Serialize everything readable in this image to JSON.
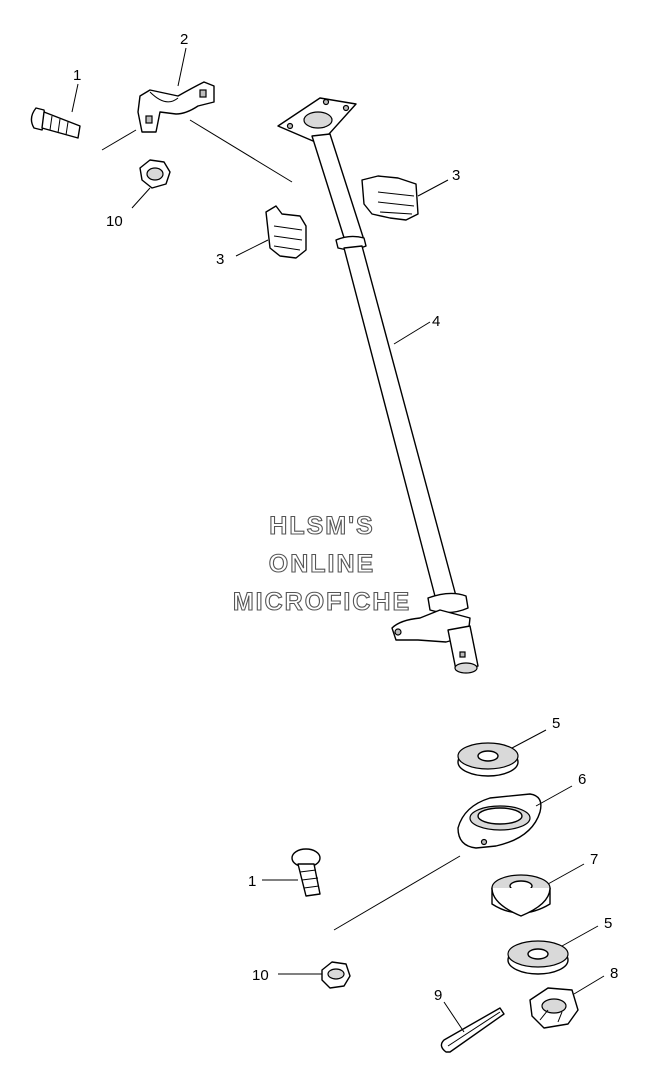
{
  "watermark": {
    "line1": "HLSM'S",
    "line2": "ONLINE",
    "line3": "MICROFICHE"
  },
  "callouts": [
    {
      "id": "c1a",
      "text": "1",
      "part": "carriage-bolt"
    },
    {
      "id": "c2",
      "text": "2",
      "part": "column-clamp"
    },
    {
      "id": "c3a",
      "text": "3",
      "part": "bushing-left"
    },
    {
      "id": "c3b",
      "text": "3",
      "part": "bushing-right"
    },
    {
      "id": "c4",
      "text": "4",
      "part": "steering-column"
    },
    {
      "id": "c10a",
      "text": "10",
      "part": "flange-nut-upper"
    },
    {
      "id": "c5a",
      "text": "5",
      "part": "washer-upper"
    },
    {
      "id": "c6",
      "text": "6",
      "part": "bearing-flange"
    },
    {
      "id": "c7",
      "text": "7",
      "part": "spacer"
    },
    {
      "id": "c5b",
      "text": "5",
      "part": "washer-lower"
    },
    {
      "id": "c8",
      "text": "8",
      "part": "castle-nut"
    },
    {
      "id": "c9",
      "text": "9",
      "part": "cotter-pin"
    },
    {
      "id": "c1b",
      "text": "1",
      "part": "carriage-bolt-lower"
    },
    {
      "id": "c10b",
      "text": "10",
      "part": "flange-nut-lower"
    }
  ],
  "colors": {
    "line": "#000000",
    "shade": "#d9d9d9",
    "watermark_outline": "#555555"
  }
}
